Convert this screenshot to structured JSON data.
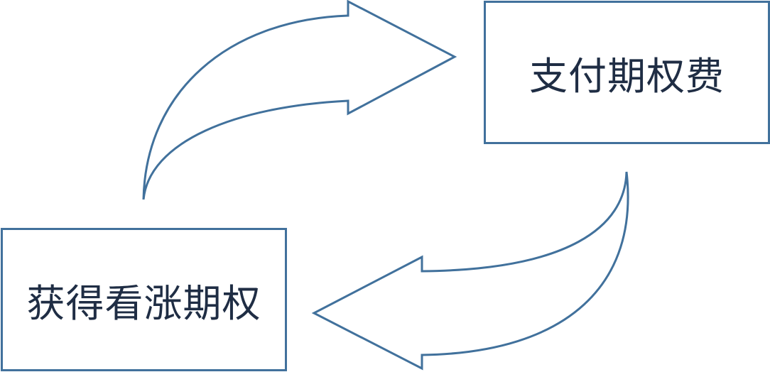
{
  "diagram": {
    "nodes": [
      {
        "id": "pay-premium",
        "label": "支付期权费"
      },
      {
        "id": "get-call-option",
        "label": "获得看涨期权"
      }
    ],
    "edges": [
      {
        "from": "get-call-option",
        "to": "pay-premium",
        "style": "curved-block-arrow"
      },
      {
        "from": "pay-premium",
        "to": "get-call-option",
        "style": "curved-block-arrow"
      }
    ],
    "colors": {
      "stroke": "#41719c",
      "text": "#1f2d44",
      "fill": "#ffffff"
    }
  }
}
